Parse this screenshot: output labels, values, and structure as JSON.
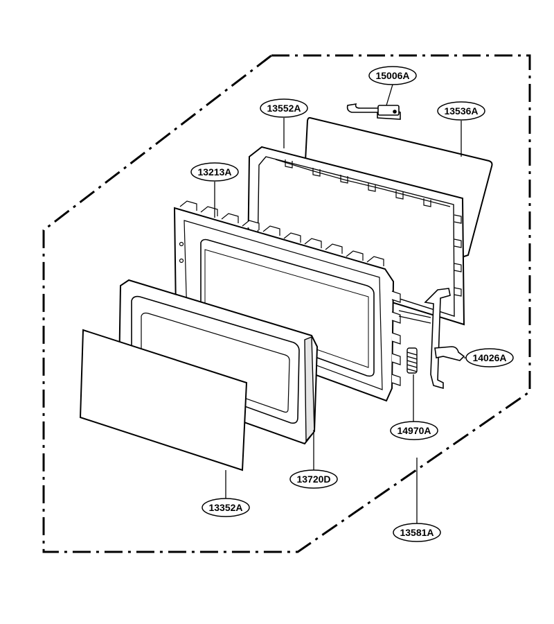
{
  "diagram": {
    "colors": {
      "line": "#000000",
      "background": "#ffffff",
      "shade": "#e6e6e6"
    },
    "callouts": {
      "c15006A": "15006A",
      "c13552A": "13552A",
      "c13536A": "13536A",
      "c13213A": "13213A",
      "c14026A": "14026A",
      "c14970A": "14970A",
      "c13720D": "13720D",
      "c13352A": "13352A",
      "c13581A": "13581A"
    }
  }
}
